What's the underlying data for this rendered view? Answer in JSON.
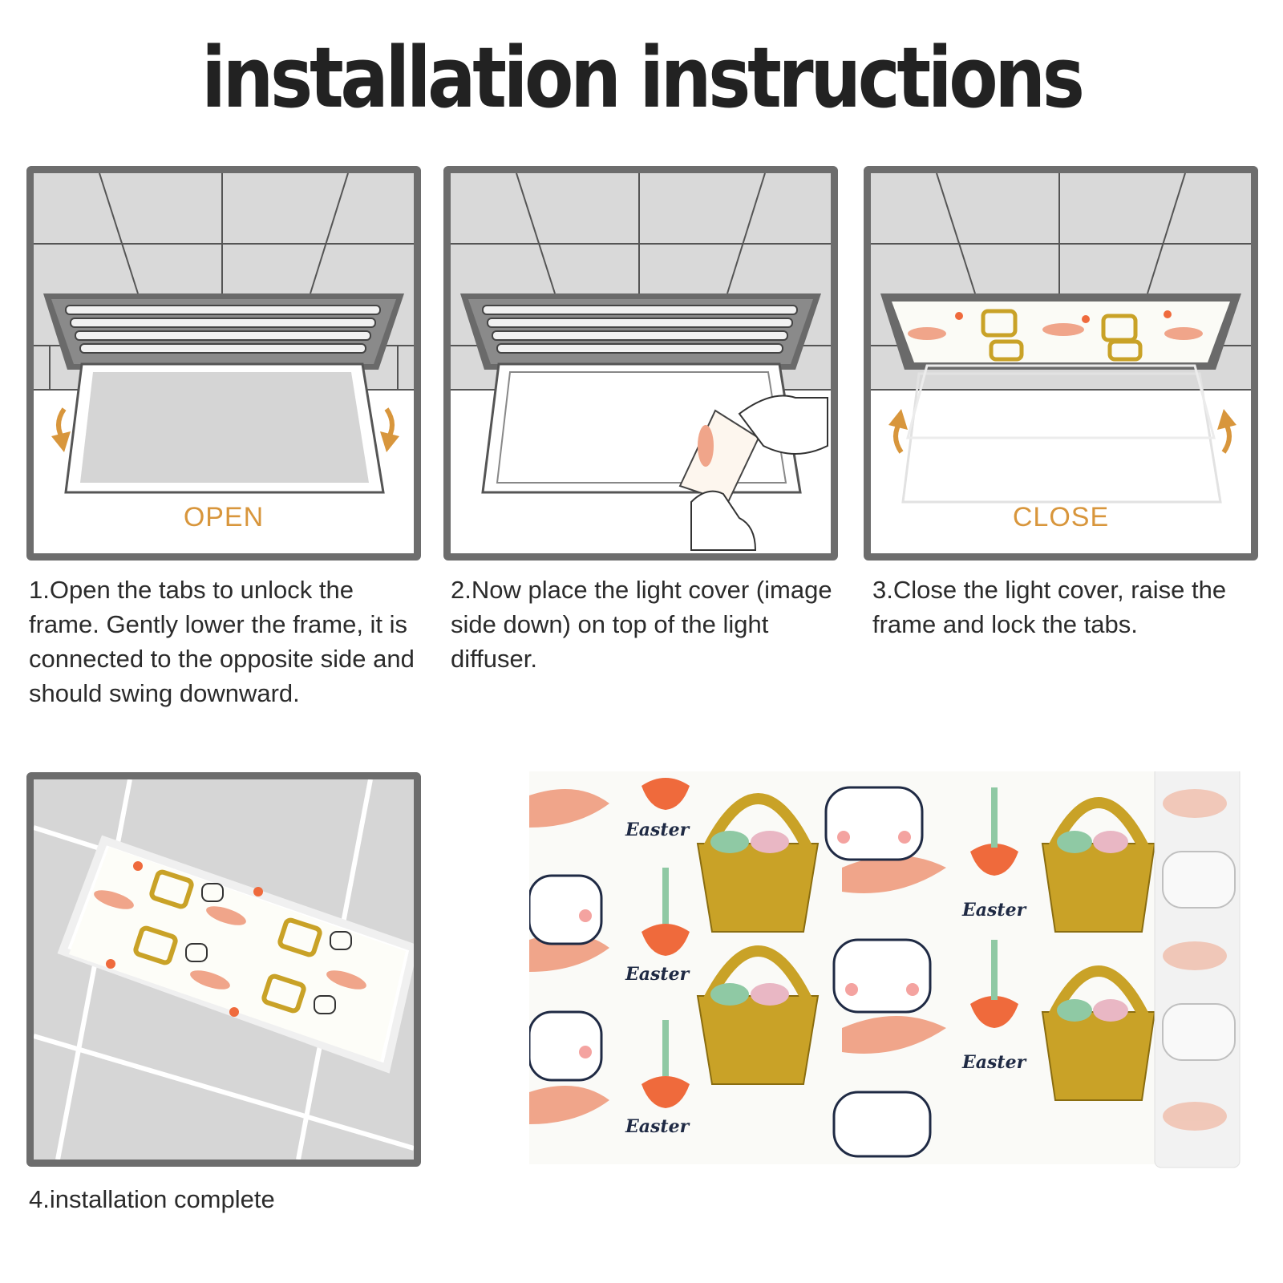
{
  "title": "installation instructions",
  "steps": [
    {
      "label": "OPEN",
      "caption": "1.Open the tabs to unlock the frame. Gently lower the frame, it is connected to the opposite side and should swing downward."
    },
    {
      "label": "",
      "caption": "2.Now place the light cover (image side down) on top of the light diffuser."
    },
    {
      "label": "CLOSE",
      "caption": "3.Close the light cover, raise the frame and lock the tabs."
    },
    {
      "label": "",
      "caption": "4.installation complete"
    }
  ],
  "pattern_text": "Easter",
  "colors": {
    "frame_border": "#6d6d6d",
    "ceiling_tile": "#dcdcdc",
    "arrow": "#d8963c",
    "basket": "#c9a227",
    "carrot": "#f0a58a",
    "flower": "#ef6a3c",
    "leaf": "#8fc9a4"
  }
}
